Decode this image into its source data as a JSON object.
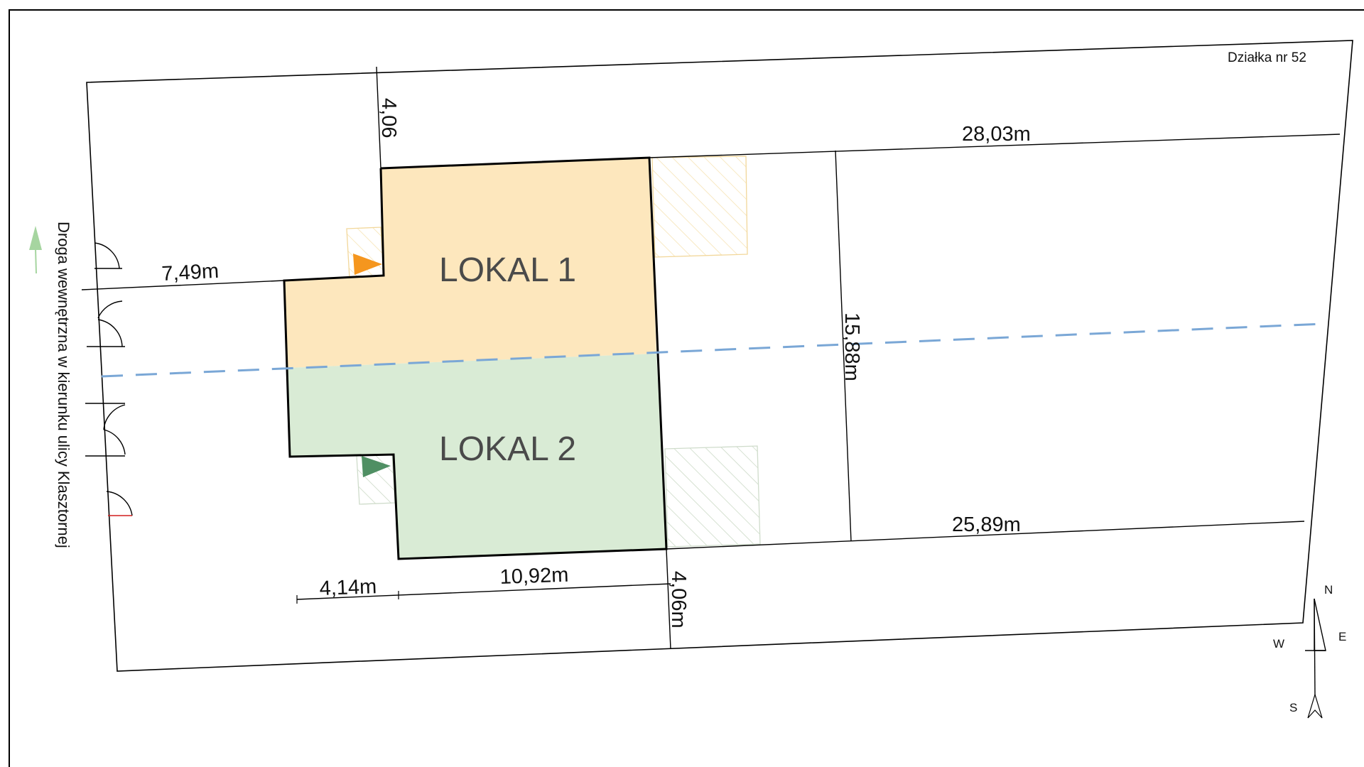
{
  "title": "Działka nr 52",
  "units": {
    "lokal_1": {
      "label": "LOKAL 1",
      "fill": "#fde7bd",
      "entrance_color": "#f5961e"
    },
    "lokal_2": {
      "label": "LOKAL 2",
      "fill": "#d9ebd5",
      "entrance_color": "#4f8f63"
    }
  },
  "road_label": "Droga wewnętrzna w kierunku ulicy Klasztornej",
  "road_arrow_color": "#a6d5a0",
  "divider_line_color": "#7aa7d6",
  "dimensions": {
    "top_gap": "4,06",
    "left_setback": "7,49m",
    "top_length": "28,03m",
    "depth": "15,88m",
    "bottom_length": "25,89m",
    "bottom_offset": "4,14m",
    "bottom_width": "10,92m",
    "bottom_gap": "4,06m"
  },
  "compass": {
    "n": "N",
    "e": "E",
    "w": "W",
    "s": "S"
  }
}
